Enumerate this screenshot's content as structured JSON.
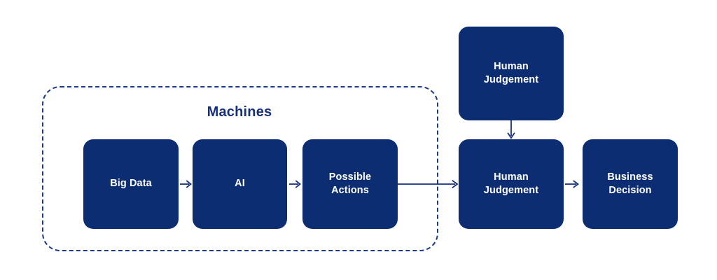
{
  "diagram": {
    "title_group": "Machines",
    "accent_color": "#0c2d72",
    "frame_color": "#1b3a8c",
    "arrow_color": "#16307e",
    "background": "#ffffff",
    "nodes": [
      {
        "id": "big-data",
        "label": "Big Data"
      },
      {
        "id": "ai",
        "label": "AI"
      },
      {
        "id": "possible-actions",
        "label": "Possible\nActions"
      },
      {
        "id": "human-judgement-top",
        "label": "Human\nJudgement"
      },
      {
        "id": "human-judgement-main",
        "label": "Human\nJudgement"
      },
      {
        "id": "business-decision",
        "label": "Business\nDecision"
      }
    ],
    "connectors": [
      {
        "id": "big-data-to-ai",
        "direction": "right"
      },
      {
        "id": "ai-to-possible-actions",
        "direction": "right"
      },
      {
        "id": "possible-actions-to-human-judgement",
        "direction": "right"
      },
      {
        "id": "human-judgement-top-to-main",
        "direction": "down"
      },
      {
        "id": "human-judgement-to-business-decision",
        "direction": "right"
      }
    ]
  }
}
